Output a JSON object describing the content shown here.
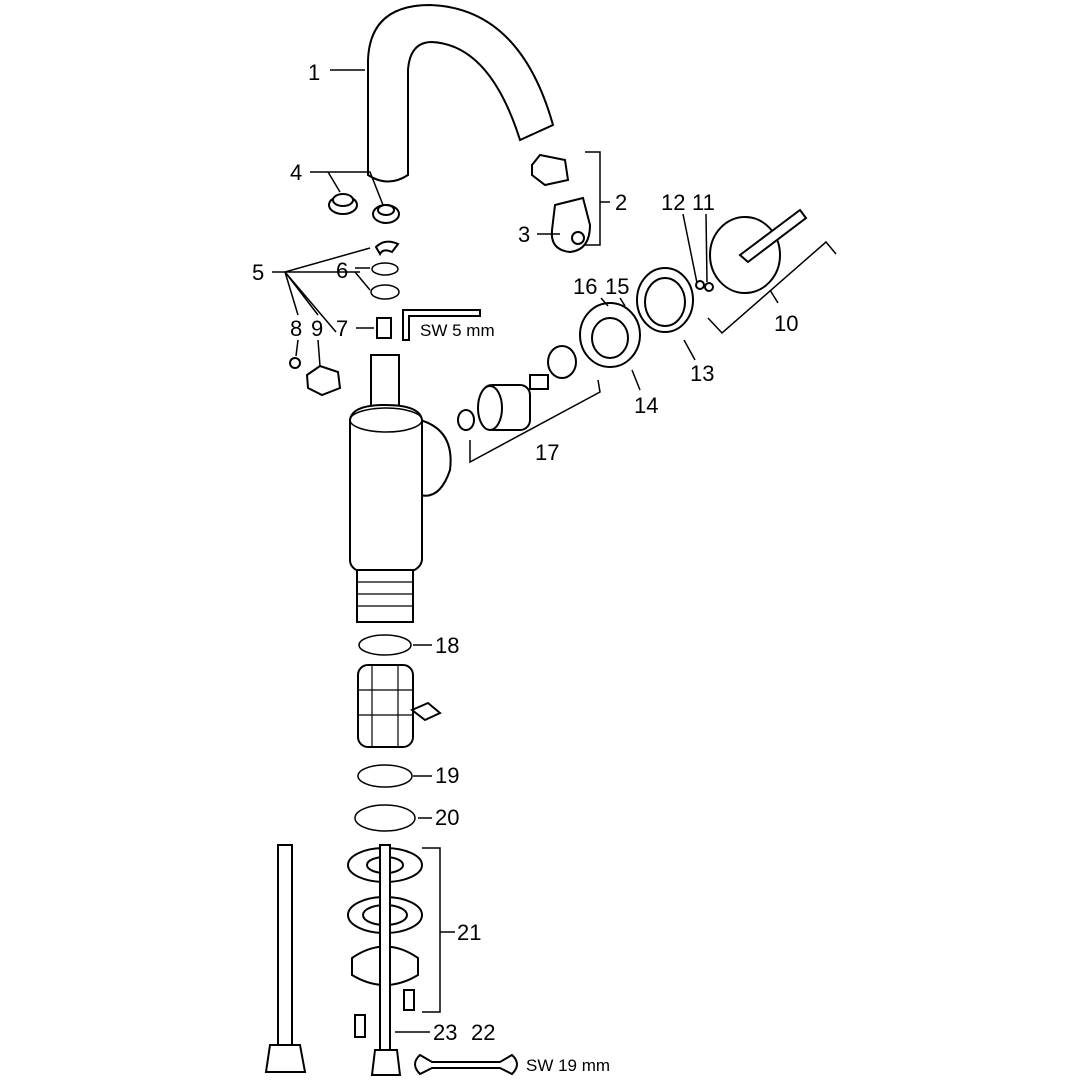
{
  "diagram": {
    "labels": {
      "p1": "1",
      "p2": "2",
      "p3": "3",
      "p4": "4",
      "p5": "5",
      "p6": "6",
      "p7": "7",
      "p8": "8",
      "p9": "9",
      "p10": "10",
      "p11": "11",
      "p12": "12",
      "p13": "13",
      "p14": "14",
      "p15": "15",
      "p16": "16",
      "p17": "17",
      "p18": "18",
      "p19": "19",
      "p20": "20",
      "p21": "21",
      "p22": "22",
      "p23": "23"
    },
    "tools": {
      "hex_key": "SW 5 mm",
      "wrench": "SW 19 mm"
    }
  }
}
